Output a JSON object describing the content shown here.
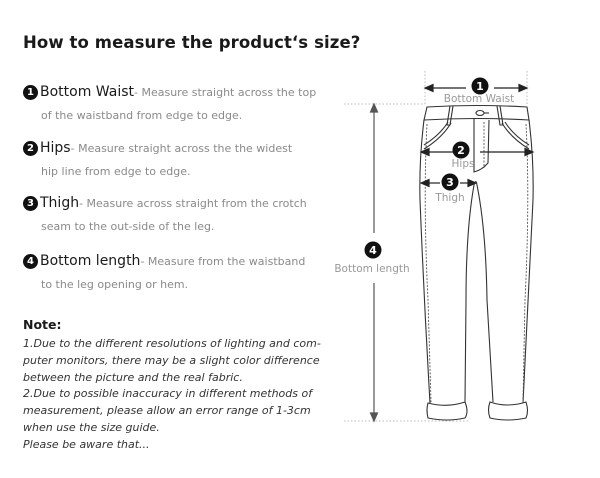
{
  "title": "How to measure the product‘s size?",
  "items": [
    {
      "number": "1",
      "name": "Bottom Waist",
      "desc_line1": "- Measure straight across the top",
      "desc_line2": "of the waistband from edge to edge."
    },
    {
      "number": "2",
      "name": "Hips",
      "desc_line1": "- Measure straight across the the widest",
      "desc_line2": "hip line from edge to edge."
    },
    {
      "number": "3",
      "name": "Thigh",
      "desc_line1": "- Measure across straight from the crotch",
      "desc_line2": "seam to the out-side of the leg."
    },
    {
      "number": "4",
      "name": "Bottom length",
      "desc_line1": "- Measure from the waistband",
      "desc_line2": "to the leg opening or hem."
    }
  ],
  "note": {
    "title": "Note:",
    "lines": [
      "1.Due to the different resolutions of lighting and com-",
      "puter monitors, there may be a slight color difference",
      "between the picture and the real fabric.",
      "2.Due to possible inaccuracy in different methods of",
      "measurement, please allow an error range of 1-3cm",
      "when use the size guide.",
      "Please be aware that..."
    ]
  },
  "diagram": {
    "labels": {
      "waist": {
        "number": "1",
        "text": "Bottom Waist"
      },
      "hips": {
        "number": "2",
        "text": "Hips"
      },
      "thigh": {
        "number": "3",
        "text": "Thigh"
      },
      "length": {
        "number": "4",
        "text": "Bottom length"
      }
    }
  }
}
